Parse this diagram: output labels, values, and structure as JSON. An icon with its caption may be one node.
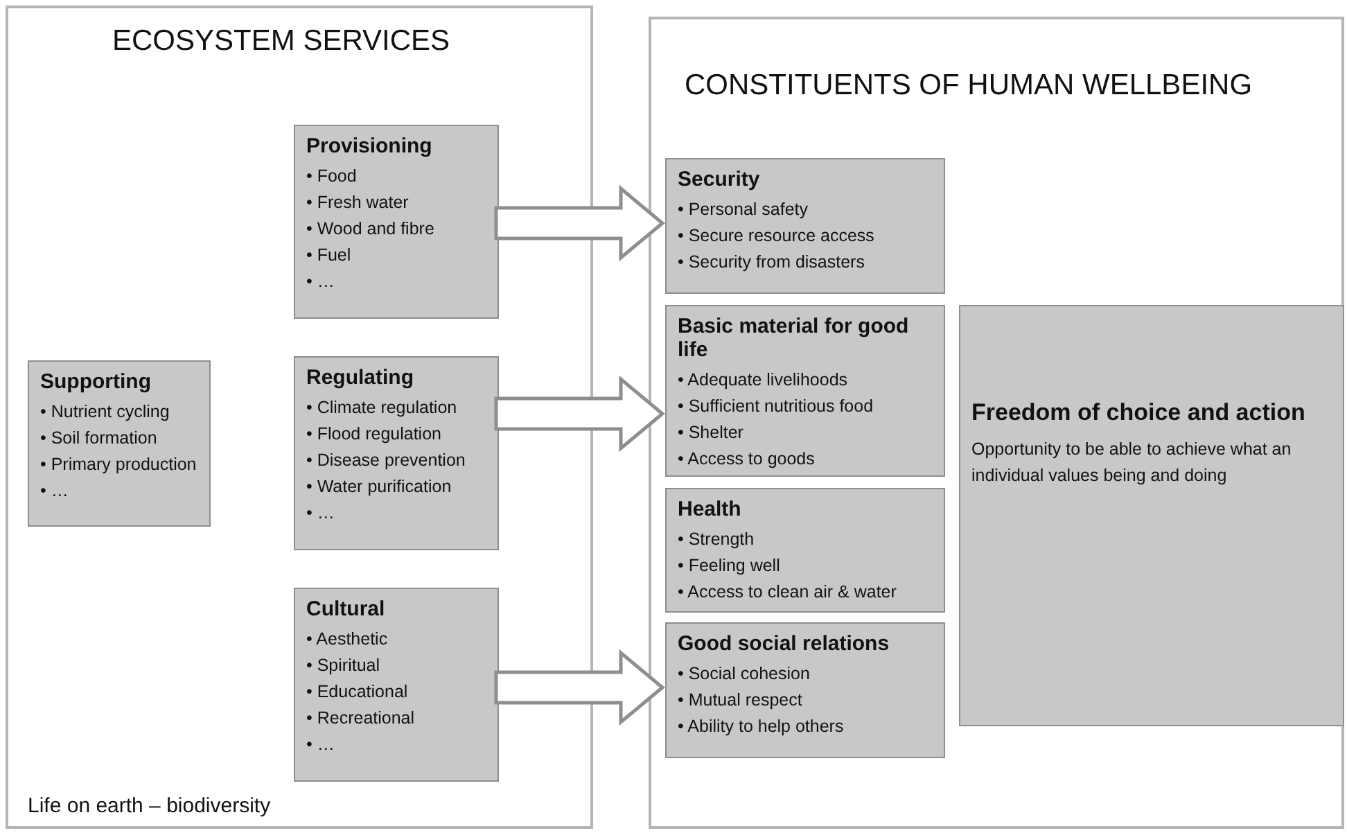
{
  "diagram": {
    "nodes": [
      {
        "text": [
          "ECOSYSTEM SERVICES",
          "Life on earth – biodiversity"
        ]
      },
      {
        "text": [
          "Supporting",
          "• Nutrient cycling",
          "• Soil formation",
          "• Primary production",
          "• …"
        ],
        "in": 0
      },
      {
        "text": [
          "Provisioning",
          "• Food",
          "• Fresh water",
          "• Wood and fibre",
          "• Fuel",
          "• …"
        ],
        "in": 0
      },
      {
        "text": [
          "Regulating",
          "• Climate regulation",
          "• Flood regulation",
          "• Disease prevention",
          "• Water purification",
          "• …"
        ],
        "in": 0
      },
      {
        "text": [
          "Cultural",
          "• Aesthetic",
          "• Spiritual",
          "• Educational",
          "• Recreational",
          "• …"
        ],
        "in": 0
      },
      {
        "text": [
          "CONSTITUENTS OF HUMAN WELLBEING"
        ]
      },
      {
        "text": [
          "Security",
          "• Personal safety",
          "• Secure resource access",
          "• Security from disasters"
        ],
        "in": 5
      },
      {
        "text": [
          "Basic material for good life",
          "• Adequate livelihoods",
          "• Sufficient nutritious food",
          "• Shelter",
          "• Access to goods"
        ],
        "in": 5
      },
      {
        "text": [
          "Health",
          "• Strength",
          "• Feeling well",
          "• Access to clean air & water"
        ],
        "in": 5
      },
      {
        "text": [
          "Good social relations",
          "• Social cohesion",
          "• Mutual respect",
          "• Ability to help others"
        ],
        "in": 5
      },
      {
        "text": [
          "Freedom of choice and action",
          "Opportunity to be able to achieve what an individual values being and doing"
        ],
        "in": 5
      }
    ],
    "edges": [
      {
        "from": 2,
        "to": 6,
        "arrow": "to",
        "style": "thick"
      },
      {
        "from": 3,
        "to": 7,
        "arrow": "to",
        "style": "thick"
      },
      {
        "from": 4,
        "to": 9,
        "arrow": "to",
        "style": "thick"
      }
    ]
  }
}
